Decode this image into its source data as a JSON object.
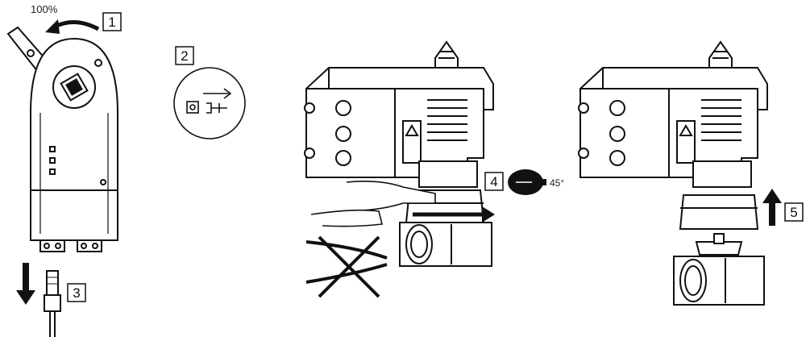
{
  "top_label": "100%",
  "steps": [
    {
      "number": "1"
    },
    {
      "number": "2"
    },
    {
      "number": "3"
    },
    {
      "number": "4"
    },
    {
      "number": "5"
    }
  ],
  "rotation_angle_label": "45°",
  "icons": {
    "step1": "rotate-arrow-icon",
    "step2": "disconnect-power-icon",
    "step3": "arrow-down-icon",
    "step4": "hand-point-icon",
    "step5": "arrow-up-icon",
    "forbidden": "cross-out-icon"
  },
  "colors": {
    "line": "#111111",
    "fill_light": "#ffffff",
    "fill_dark": "#111111"
  }
}
